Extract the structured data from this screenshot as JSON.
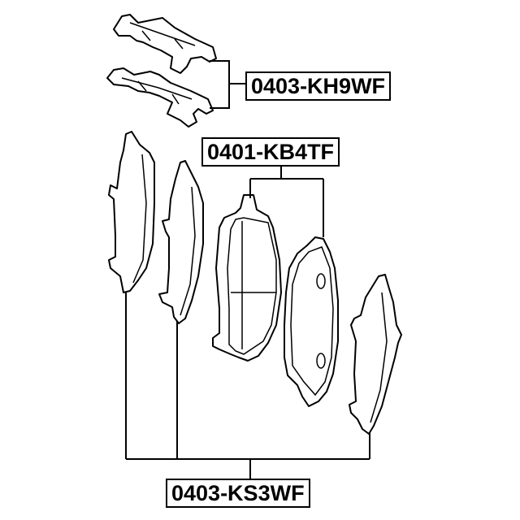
{
  "labels": {
    "shim_kit": "0403-KH9WF",
    "pad_set": "0401-KB4TF",
    "spring_kit": "0403-KS3WF"
  }
}
